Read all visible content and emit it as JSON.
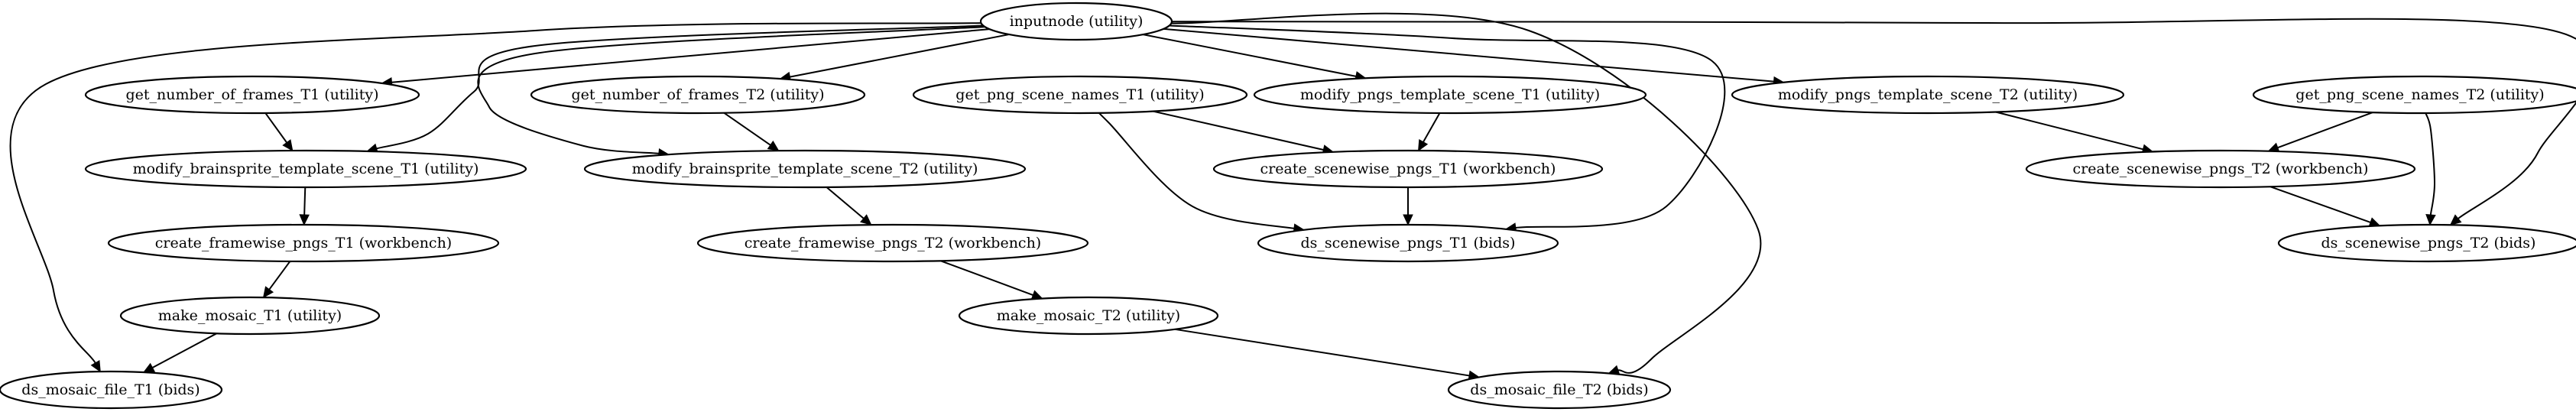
{
  "graph": {
    "nodes": [
      {
        "id": "inputnode",
        "label": "inputnode (utility)"
      },
      {
        "id": "gnf1",
        "label": "get_number_of_frames_T1 (utility)"
      },
      {
        "id": "gnf2",
        "label": "get_number_of_frames_T2 (utility)"
      },
      {
        "id": "gpsn1",
        "label": "get_png_scene_names_T1 (utility)"
      },
      {
        "id": "mpts1",
        "label": "modify_pngs_template_scene_T1 (utility)"
      },
      {
        "id": "mpts2",
        "label": "modify_pngs_template_scene_T2 (utility)"
      },
      {
        "id": "gpsn2",
        "label": "get_png_scene_names_T2 (utility)"
      },
      {
        "id": "mbts1",
        "label": "modify_brainsprite_template_scene_T1 (utility)"
      },
      {
        "id": "mbts2",
        "label": "modify_brainsprite_template_scene_T2 (utility)"
      },
      {
        "id": "csp1",
        "label": "create_scenewise_pngs_T1 (workbench)"
      },
      {
        "id": "csp2",
        "label": "create_scenewise_pngs_T2 (workbench)"
      },
      {
        "id": "cfp1",
        "label": "create_framewise_pngs_T1 (workbench)"
      },
      {
        "id": "cfp2",
        "label": "create_framewise_pngs_T2 (workbench)"
      },
      {
        "id": "dsp1",
        "label": "ds_scenewise_pngs_T1 (bids)"
      },
      {
        "id": "dsp2",
        "label": "ds_scenewise_pngs_T2 (bids)"
      },
      {
        "id": "mm1",
        "label": "make_mosaic_T1 (utility)"
      },
      {
        "id": "mm2",
        "label": "make_mosaic_T2 (utility)"
      },
      {
        "id": "dmf1",
        "label": "ds_mosaic_file_T1 (bids)"
      },
      {
        "id": "dmf2",
        "label": "ds_mosaic_file_T2 (bids)"
      }
    ],
    "edges": [
      {
        "from": "inputnode",
        "to": "gnf1"
      },
      {
        "from": "inputnode",
        "to": "gnf2"
      },
      {
        "from": "inputnode",
        "to": "mpts1"
      },
      {
        "from": "inputnode",
        "to": "mpts2"
      },
      {
        "from": "inputnode",
        "to": "mbts1"
      },
      {
        "from": "inputnode",
        "to": "mbts2"
      },
      {
        "from": "inputnode",
        "to": "dsp1"
      },
      {
        "from": "inputnode",
        "to": "dsp2"
      },
      {
        "from": "inputnode",
        "to": "dmf1"
      },
      {
        "from": "inputnode",
        "to": "dmf2"
      },
      {
        "from": "gnf1",
        "to": "mbts1"
      },
      {
        "from": "gnf2",
        "to": "mbts2"
      },
      {
        "from": "gpsn1",
        "to": "csp1"
      },
      {
        "from": "gpsn1",
        "to": "dsp1"
      },
      {
        "from": "mpts1",
        "to": "csp1"
      },
      {
        "from": "mpts2",
        "to": "csp2"
      },
      {
        "from": "gpsn2",
        "to": "csp2"
      },
      {
        "from": "gpsn2",
        "to": "dsp2"
      },
      {
        "from": "mbts1",
        "to": "cfp1"
      },
      {
        "from": "mbts2",
        "to": "cfp2"
      },
      {
        "from": "csp1",
        "to": "dsp1"
      },
      {
        "from": "csp2",
        "to": "dsp2"
      },
      {
        "from": "cfp1",
        "to": "mm1"
      },
      {
        "from": "cfp2",
        "to": "mm2"
      },
      {
        "from": "mm1",
        "to": "dmf1"
      },
      {
        "from": "mm2",
        "to": "dmf2"
      }
    ]
  }
}
